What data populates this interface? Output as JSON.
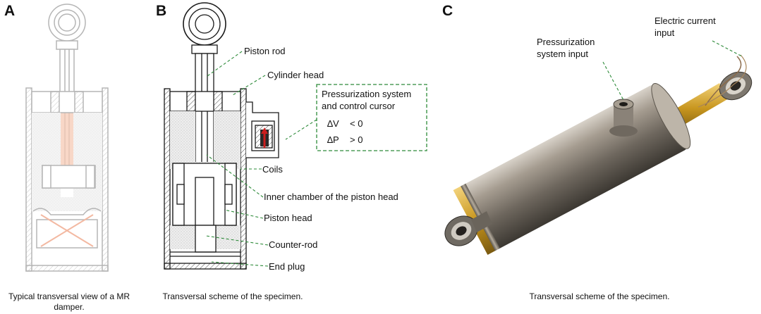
{
  "panels": {
    "a": {
      "letter": "A",
      "caption_line1": "Typical transversal view of a MR",
      "caption_line2": "damper."
    },
    "b": {
      "letter": "B",
      "caption": "Transversal scheme of the specimen.",
      "labels": {
        "piston_rod": "Piston rod",
        "cylinder_head": "Cylinder head",
        "coils": "Coils",
        "inner_chamber": "Inner chamber of the piston head",
        "piston_head": "Piston head",
        "counter_rod": "Counter-rod",
        "end_plug": "End plug"
      },
      "box": {
        "title_line1": "Pressurization system",
        "title_line2": "and control cursor",
        "dv_symbol": "∆V",
        "dv_relation": "< 0",
        "dp_symbol": "∆P",
        "dp_relation": "> 0"
      }
    },
    "c": {
      "letter": "C",
      "caption": "Transversal scheme of the specimen.",
      "labels": {
        "electric_line1": "Electric current",
        "electric_line2": "input",
        "pressurization_line1": "Pressurization",
        "pressurization_line2": "system input"
      }
    }
  },
  "colors": {
    "line": "#1a1a1a",
    "faded_line": "#b5b5b5",
    "leader": "#2e8b3a",
    "stipple": "#e4e4e4",
    "rod_highlight": "#f6c9b4",
    "cursor_red": "#cc1f1f",
    "steel_body": "#8f8880",
    "brass": "#c8961e"
  }
}
